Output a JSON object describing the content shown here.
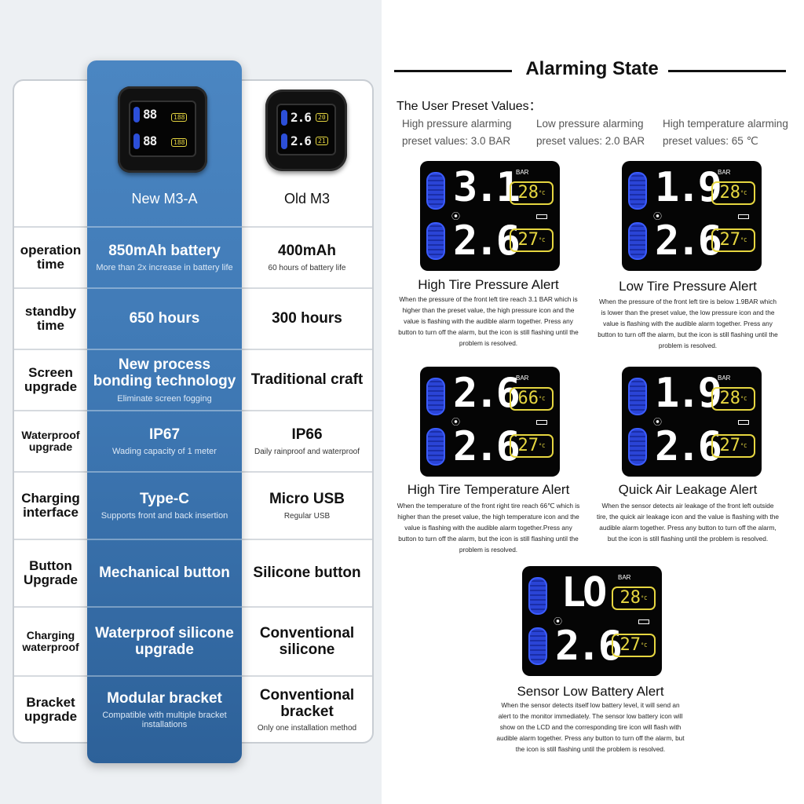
{
  "comparison": {
    "new_label": "New M3-A",
    "old_label": "Old M3",
    "device_new_screen": {
      "top_digits": "88",
      "bottom_digits": "88",
      "top_temp": "188",
      "bottom_temp": "188"
    },
    "device_old_screen": {
      "top_digits": "2.6",
      "bottom_digits": "2.6",
      "top_temp": "20",
      "bottom_temp": "21"
    },
    "rows": [
      {
        "feature": "operation time",
        "new_main": "850mAh battery",
        "new_sub": "More than 2x increase in battery life",
        "old_main": "400mAh",
        "old_sub": "60 hours of battery life"
      },
      {
        "feature": "standby time",
        "new_main": "650 hours",
        "new_sub": "",
        "old_main": "300 hours",
        "old_sub": ""
      },
      {
        "feature": "Screen upgrade",
        "new_main": "New process bonding technology",
        "new_sub": "Eliminate screen fogging",
        "old_main": "Traditional craft",
        "old_sub": ""
      },
      {
        "feature": "Waterproof upgrade",
        "new_main": "IP67",
        "new_sub": "Wading capacity of 1 meter",
        "old_main": "IP66",
        "old_sub": "Daily rainproof and waterproof"
      },
      {
        "feature": "Charging interface",
        "new_main": "Type-C",
        "new_sub": "Supports front and back insertion",
        "old_main": "Micro USB",
        "old_sub": "Regular USB"
      },
      {
        "feature": "Button Upgrade",
        "new_main": "Mechanical button",
        "new_sub": "",
        "old_main": "Silicone button",
        "old_sub": ""
      },
      {
        "feature": "Charging waterproof",
        "new_main": "Waterproof silicone upgrade",
        "new_sub": "",
        "old_main": "Conventional silicone",
        "old_sub": ""
      },
      {
        "feature": "Bracket upgrade",
        "new_main": "Modular bracket",
        "new_sub": "Compatible with multiple bracket installations",
        "old_main": "Conventional bracket",
        "old_sub": "Only one installation method"
      }
    ]
  },
  "alarm": {
    "title": "Alarming State",
    "preset_heading": "The User Preset Values：",
    "presets": [
      {
        "line1": "High pressure alarming",
        "line2": "preset values:  3.0 BAR"
      },
      {
        "line1": "Low pressure alarming",
        "line2": "preset values:  2.0 BAR"
      },
      {
        "line1": "High temperature alarming",
        "line2": "preset values:   65 ℃"
      }
    ],
    "bar_label": "BAR",
    "deg_label": "°C",
    "alerts": [
      {
        "title": "High Tire Pressure Alert",
        "top": "3.1",
        "bottom": "2.6",
        "temp_top": "28",
        "temp_bottom": "27",
        "desc": "When the pressure of the front left tire reach 3.1 BAR which is higher than the preset value, the high pressure icon and the value is flashing with the audible alarm together.  Press any button to turn off the alarm, but the icon is still flashing until the problem is resolved."
      },
      {
        "title": "Low Tire Pressure Alert",
        "top": "1.9",
        "bottom": "2.6",
        "temp_top": "28",
        "temp_bottom": "27",
        "desc": "When the pressure of the front left tire is below 1.9BAR which is lower than the preset value, the low pressure icon and the value is flashing with the audible alarm together.  Press any button to turn off the alarm, but the icon is still flashing until the problem is resolved."
      },
      {
        "title": "High Tire Temperature Alert",
        "top": "2.6",
        "bottom": "2.6",
        "temp_top": "66",
        "temp_bottom": "27",
        "desc": "When the temperature of the front right tire reach 66℃ which is higher than the preset value, the high temperature icon and the value is flashing with the audible alarm together.Press any button to turn off the alarm, but the icon is still flashing until the problem is resolved."
      },
      {
        "title": "Quick Air Leakage Alert",
        "top": "1.9",
        "bottom": "2.6",
        "temp_top": "28",
        "temp_bottom": "27",
        "desc": "When the sensor detects air leakage of the front left outside tire, the quick air leakage icon and the value is flashing with the audible alarm together. Press any button to turn off the alarm, but the icon is still flashing until the problem is resolved."
      },
      {
        "title": "Sensor Low Battery Alert",
        "top": "LO",
        "bottom": "2.6",
        "temp_top": "28",
        "temp_bottom": "27",
        "desc": "When the sensor detects itself low battery level, it will send an alert to the monitor immediately. The sensor low battery icon will show on the LCD and the corresponding tire icon will flash with audible alarm together. Press any button to turn off the alarm, but the icon is still flashing until the problem is resolved."
      }
    ]
  },
  "colors": {
    "accent_blue": "#3f79b5",
    "lcd_yellow": "#e6d640",
    "tire_blue": "#2a44d6"
  }
}
